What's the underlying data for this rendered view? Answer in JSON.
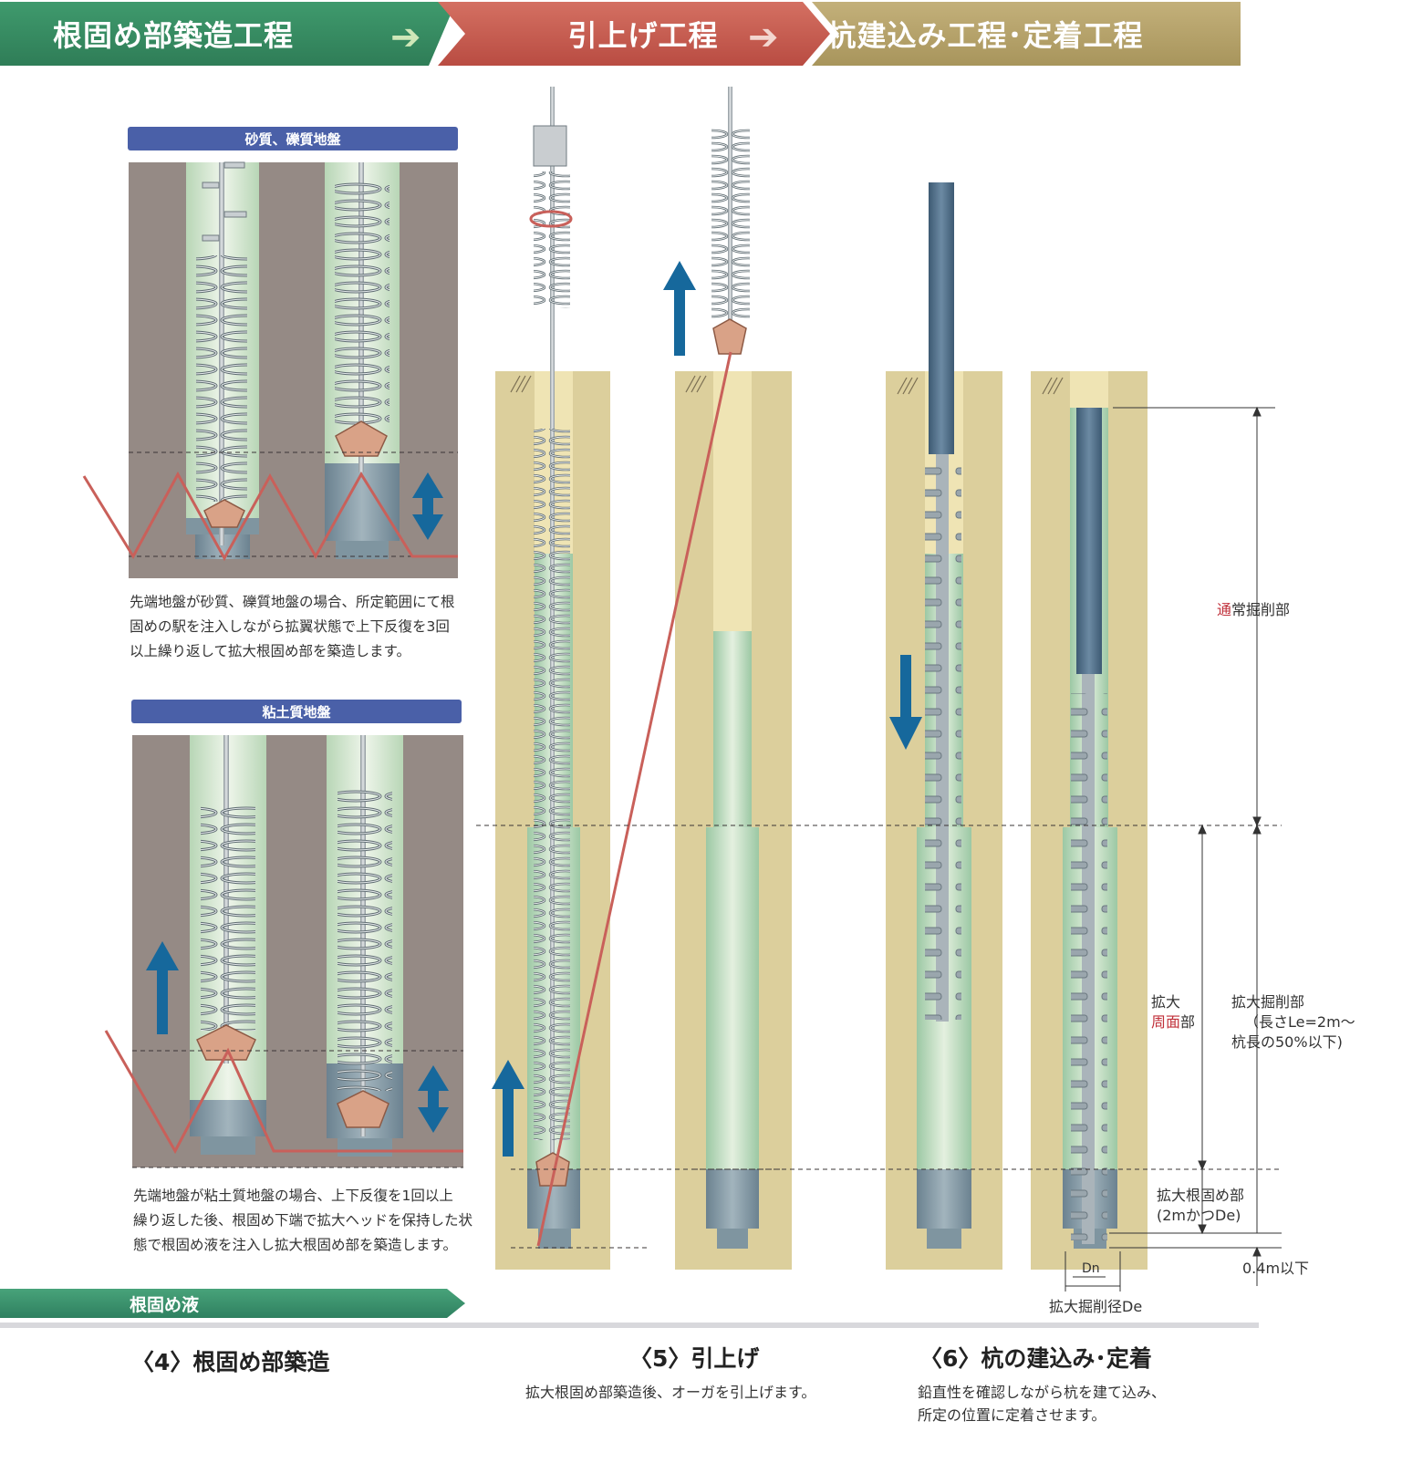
{
  "header": {
    "step1": "根固め部築造工程",
    "step2": "引上げ工程",
    "step3": "杭建込み工程･定着工程",
    "arrow": "➔"
  },
  "panel_sand": {
    "title": "砂質、礫質地盤",
    "caption_lines": [
      "先端地盤が砂質、礫質地盤の場合、所定範囲にて根",
      "固めの駅を注入しながら拡翼状態で上下反復を3回",
      "以上繰り返して拡大根固め部を築造します。"
    ]
  },
  "panel_clay": {
    "title": "粘土質地盤",
    "caption_lines": [
      "先端地盤が粘土質地盤の場合、上下反復を1回以上",
      "繰り返した後、根固め下端で拡大ヘッドを保持した状",
      "態で根固め液を注入し拡大根固め部を築造します。"
    ]
  },
  "legend": {
    "liquid": "根固め液"
  },
  "steps": [
    {
      "title": "〈4〉根固め部築造",
      "desc": ""
    },
    {
      "title": "〈5〉引上げ",
      "desc": "拡大根固め部築造後、オーガを引上げます。"
    },
    {
      "title": "〈6〉杭の建込み･定着",
      "desc_lines": [
        "鉛直性を確認しながら杭を建て込み、",
        "所定の位置に定着させます。"
      ]
    }
  ],
  "dimensions": {
    "normal_dig": {
      "accent": "通",
      "rest": "常掘削部"
    },
    "expanded_dig": [
      "拡大掘削部",
      "（長さLe=2m～",
      "杭長の50%以下)"
    ],
    "expanded_side": {
      "line1": "拡大",
      "accent": "周面",
      "rest": "部"
    },
    "root_part": [
      "拡大根固め部",
      "(2mかつDe)"
    ],
    "depth_limit": "0.4m以下",
    "dn": "Dn",
    "de": "拡大掘削径De"
  },
  "colors": {
    "soil_gray": "#958a85",
    "soil_tan": "#dccf9c",
    "liquid_green": "#cfe3c5",
    "root_slate": "#7f95a0",
    "pile_blue": "#52718a",
    "arrow_blue": "#16689c",
    "line_red": "#c9605a"
  }
}
